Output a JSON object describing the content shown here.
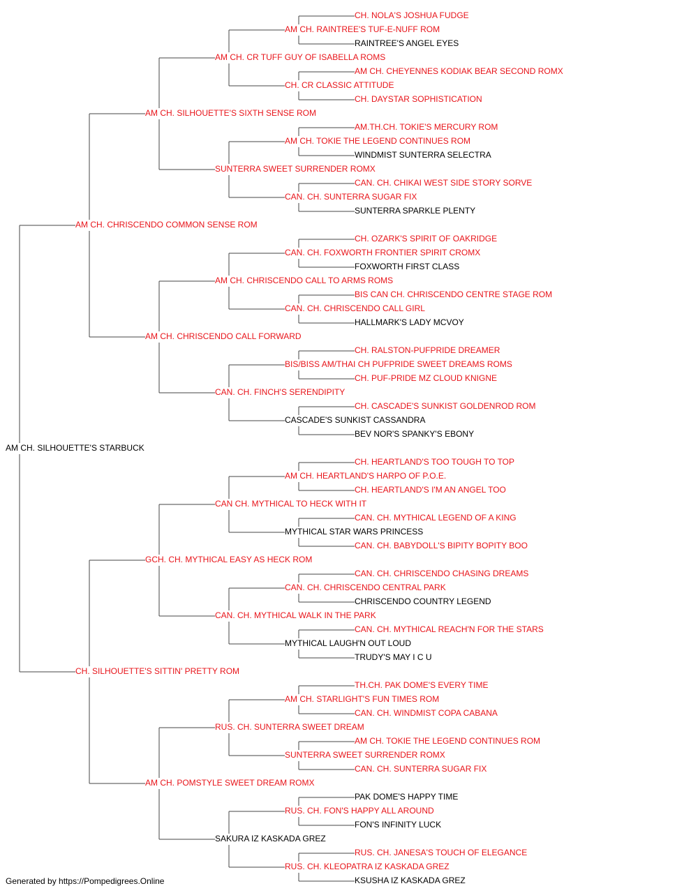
{
  "colors": {
    "champion": "#e8141a",
    "regular": "#000000",
    "line": "#444444"
  },
  "footer": "Generated by https://Pompedigrees.Online",
  "pedigree": {
    "name": "AM CH. SILHOUETTE'S STARBUCK",
    "champion": false,
    "sire": {
      "name": "AM CH. CHRISCENDO COMMON SENSE ROM",
      "champion": true,
      "sire": {
        "name": "AM CH. SILHOUETTE'S SIXTH SENSE ROM",
        "champion": true,
        "sire": {
          "name": "AM CH. CR TUFF GUY OF ISABELLA ROMS",
          "champion": true,
          "sire": {
            "name": "AM CH. RAINTREE'S TUF-E-NUFF ROM",
            "champion": true,
            "sire": {
              "name": "CH. NOLA'S JOSHUA FUDGE",
              "champion": true
            },
            "dam": {
              "name": "RAINTREE'S ANGEL EYES",
              "champion": false
            }
          },
          "dam": {
            "name": "CH. CR CLASSIC ATTITUDE",
            "champion": true,
            "sire": {
              "name": "AM CH. CHEYENNES KODIAK BEAR SECOND ROMX",
              "champion": true
            },
            "dam": {
              "name": "CH. DAYSTAR SOPHISTICATION",
              "champion": true
            }
          }
        },
        "dam": {
          "name": "SUNTERRA SWEET SURRENDER ROMX",
          "champion": true,
          "sire": {
            "name": "AM CH. TOKIE THE LEGEND CONTINUES ROM",
            "champion": true,
            "sire": {
              "name": "AM.TH.CH. TOKIE'S MERCURY ROM",
              "champion": true
            },
            "dam": {
              "name": "WINDMIST SUNTERRA SELECTRA",
              "champion": false
            }
          },
          "dam": {
            "name": "CAN. CH. SUNTERRA SUGAR FIX",
            "champion": true,
            "sire": {
              "name": "CAN. CH. CHIKAI WEST SIDE STORY SORVE",
              "champion": true
            },
            "dam": {
              "name": "SUNTERRA SPARKLE PLENTY",
              "champion": false
            }
          }
        }
      },
      "dam": {
        "name": "AM CH. CHRISCENDO CALL FORWARD",
        "champion": true,
        "sire": {
          "name": "AM CH. CHRISCENDO CALL TO ARMS ROMS",
          "champion": true,
          "sire": {
            "name": "CAN. CH. FOXWORTH FRONTIER SPIRIT CROMX",
            "champion": true,
            "sire": {
              "name": "CH. OZARK'S SPIRIT OF OAKRIDGE",
              "champion": true
            },
            "dam": {
              "name": "FOXWORTH FIRST CLASS",
              "champion": false
            }
          },
          "dam": {
            "name": "CAN. CH. CHRISCENDO CALL GIRL",
            "champion": true,
            "sire": {
              "name": "BIS CAN CH. CHRISCENDO CENTRE STAGE ROM",
              "champion": true
            },
            "dam": {
              "name": "HALLMARK'S LADY MCVOY",
              "champion": false
            }
          }
        },
        "dam": {
          "name": "CAN. CH. FINCH'S SERENDIPITY",
          "champion": true,
          "sire": {
            "name": "BIS/BISS AM/THAI CH PUFPRIDE SWEET DREAMS ROMS",
            "champion": true,
            "sire": {
              "name": "CH. RALSTON-PUFPRIDE DREAMER",
              "champion": true
            },
            "dam": {
              "name": "CH. PUF-PRIDE MZ CLOUD KNIGNE",
              "champion": true
            }
          },
          "dam": {
            "name": "CASCADE'S SUNKIST CASSANDRA",
            "champion": false,
            "sire": {
              "name": "CH. CASCADE'S SUNKIST GOLDENROD ROM",
              "champion": true
            },
            "dam": {
              "name": "BEV NOR'S SPANKY'S EBONY",
              "champion": false
            }
          }
        }
      }
    },
    "dam": {
      "name": "CH. SILHOUETTE'S SITTIN' PRETTY ROM",
      "champion": true,
      "sire": {
        "name": "GCH. CH. MYTHICAL EASY AS HECK ROM",
        "champion": true,
        "sire": {
          "name": "CAN CH. MYTHICAL TO HECK WITH IT",
          "champion": true,
          "sire": {
            "name": "AM CH. HEARTLAND'S HARPO OF P.O.E.",
            "champion": true,
            "sire": {
              "name": "CH. HEARTLAND'S TOO TOUGH TO TOP",
              "champion": true
            },
            "dam": {
              "name": "CH. HEARTLAND'S I'M AN ANGEL TOO",
              "champion": true
            }
          },
          "dam": {
            "name": "MYTHICAL STAR WARS PRINCESS",
            "champion": false,
            "sire": {
              "name": "CAN. CH. MYTHICAL LEGEND OF A KING",
              "champion": true
            },
            "dam": {
              "name": "CAN. CH. BABYDOLL'S BIPITY BOPITY BOO",
              "champion": true
            }
          }
        },
        "dam": {
          "name": "CAN. CH. MYTHICAL WALK IN THE PARK",
          "champion": true,
          "sire": {
            "name": "CAN. CH. CHRISCENDO CENTRAL PARK",
            "champion": true,
            "sire": {
              "name": "CAN. CH. CHRISCENDO CHASING DREAMS",
              "champion": true
            },
            "dam": {
              "name": "CHRISCENDO COUNTRY LEGEND",
              "champion": false
            }
          },
          "dam": {
            "name": "MYTHICAL LAUGH'N OUT LOUD",
            "champion": false,
            "sire": {
              "name": "CAN. CH. MYTHICAL REACH'N FOR THE STARS",
              "champion": true
            },
            "dam": {
              "name": "TRUDY'S MAY I C U",
              "champion": false
            }
          }
        }
      },
      "dam": {
        "name": "AM CH. POMSTYLE SWEET DREAM ROMX",
        "champion": true,
        "sire": {
          "name": "RUS. CH. SUNTERRA SWEET DREAM",
          "champion": true,
          "sire": {
            "name": "AM CH. STARLIGHT'S FUN TIMES ROM",
            "champion": true,
            "sire": {
              "name": "TH.CH. PAK DOME'S EVERY TIME",
              "champion": true
            },
            "dam": {
              "name": "CAN. CH. WINDMIST COPA CABANA",
              "champion": true
            }
          },
          "dam": {
            "name": "SUNTERRA SWEET SURRENDER ROMX",
            "champion": true,
            "sire": {
              "name": "AM CH. TOKIE THE LEGEND CONTINUES ROM",
              "champion": true
            },
            "dam": {
              "name": "CAN. CH. SUNTERRA SUGAR FIX",
              "champion": true
            }
          }
        },
        "dam": {
          "name": "SAKURA IZ KASKADA GREZ",
          "champion": false,
          "sire": {
            "name": "RUS. CH. FON'S HAPPY ALL AROUND",
            "champion": true,
            "sire": {
              "name": "PAK DOME'S HAPPY TIME",
              "champion": false
            },
            "dam": {
              "name": "FON'S INFINITY LUCK",
              "champion": false
            }
          },
          "dam": {
            "name": "RUS. CH. KLEOPATRA IZ KASKADA GREZ",
            "champion": true,
            "sire": {
              "name": "RUS. CH. JANESA'S TOUCH OF ELEGANCE",
              "champion": true
            },
            "dam": {
              "name": "KSUSHA IZ KASKADA GREZ",
              "champion": false
            }
          }
        }
      }
    }
  }
}
